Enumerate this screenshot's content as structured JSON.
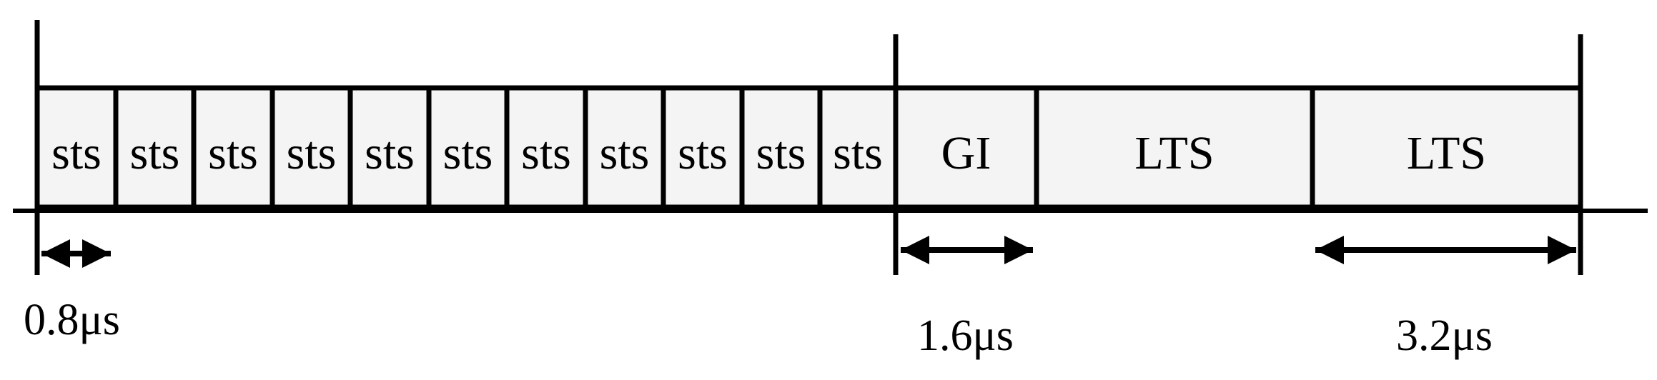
{
  "segments": [
    {
      "label": "sts"
    },
    {
      "label": "sts"
    },
    {
      "label": "sts"
    },
    {
      "label": "sts"
    },
    {
      "label": "sts"
    },
    {
      "label": "sts"
    },
    {
      "label": "sts"
    },
    {
      "label": "sts"
    },
    {
      "label": "sts"
    },
    {
      "label": "sts"
    },
    {
      "label": "sts"
    },
    {
      "label": "GI"
    },
    {
      "label": "LTS"
    },
    {
      "label": "LTS"
    }
  ],
  "dimensions": [
    {
      "label": "0.8μs"
    },
    {
      "label": "1.6μs"
    },
    {
      "label": "3.2μs"
    }
  ],
  "colors": {
    "line": "#000000",
    "box_fill": "#f4f4f4"
  }
}
